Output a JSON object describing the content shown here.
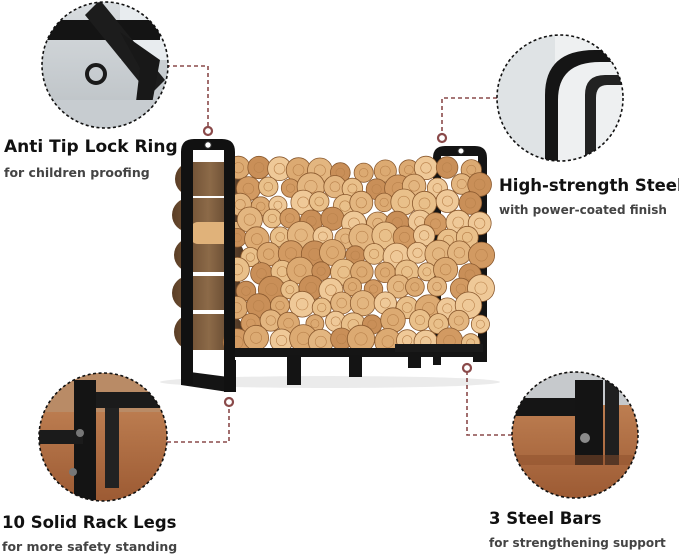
{
  "features": [
    {
      "title": "Anti Tip Lock Ring",
      "subtitle": "for children proofing",
      "icon": "lock-ring-icon"
    },
    {
      "title": "High-strength Steel",
      "subtitle": "with power-coated finish",
      "icon": "steel-frame-icon"
    },
    {
      "title": "10 Solid Rack Legs",
      "subtitle": "for more safety standing",
      "icon": "rack-leg-icon"
    },
    {
      "title": "3 Steel Bars",
      "subtitle": "for strengthening support",
      "icon": "steel-bar-icon"
    }
  ],
  "colors": {
    "steel": "#141414",
    "leader_line": "#8a4a4a",
    "wood_light": "#e2b37e",
    "wood_dark": "#a06a3c",
    "floor": "#b36d44"
  }
}
